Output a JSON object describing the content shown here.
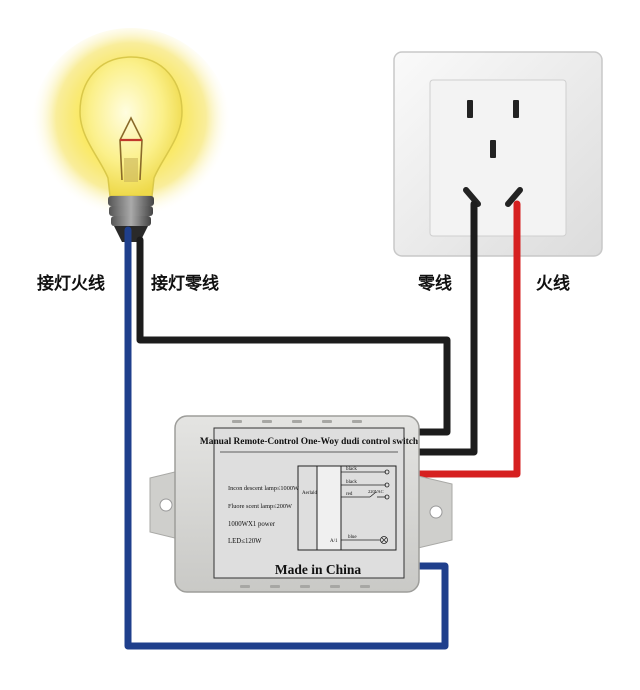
{
  "labels": {
    "lamp_live": "接灯火线",
    "lamp_neutral": "接灯零线",
    "outlet_neutral": "零线",
    "outlet_live": "火线"
  },
  "switch_box": {
    "title": "Manual Remote-Control One-Woy dudi control switch",
    "spec_incandescent": "Incon descent lamp≤1000W",
    "spec_fluorescent": "Fluore scent lamp≤200W",
    "spec_power": "1000WX1 power",
    "spec_led": "LED≤120W",
    "footer": "Made in China",
    "circuit": {
      "antenna_label": "Aerlald",
      "terminal_black_1": "black",
      "terminal_black_2": "black",
      "terminal_red": "red",
      "supply_label": "220VAC",
      "output_label": "A/1",
      "terminal_blue": "blue"
    }
  },
  "colors": {
    "wire_black": "#1c1c1c",
    "wire_red": "#d62020",
    "wire_blue": "#1f3f8c",
    "box_body": "#d9d9d7",
    "outlet_plate": "#eeeeee",
    "bulb_glow": "#f7e64a"
  }
}
